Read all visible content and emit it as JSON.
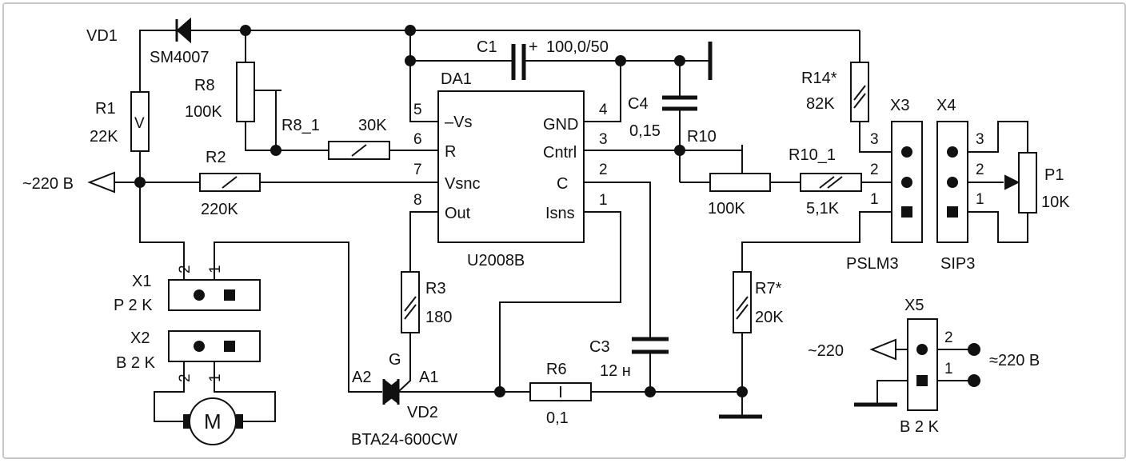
{
  "colors": {
    "wire": "#111111",
    "frame": "#c8c8c8",
    "background": "#ffffff"
  },
  "labels": {
    "vd1": "VD1",
    "sm4007": "SM4007",
    "r8": "R8",
    "r8_val": "100K",
    "r1": "R1",
    "r1_val": "22K",
    "r1_mark": "V",
    "r8_1": "R8_1",
    "r8_1_val": "30K",
    "c1": "C1",
    "c1_plus": "+",
    "c1_val": "100,0/50",
    "da1": "DA1",
    "u2008b": "U2008B",
    "c4": "C4",
    "c4_val": "0,15",
    "r10": "R10",
    "r10_val": "100K",
    "r10_1": "R10_1",
    "r10_1_val": "5,1K",
    "r14": "R14*",
    "r14_val": "82K",
    "x3": "X3",
    "x4": "X4",
    "pslm3": "PSLM3",
    "sip3": "SIP3",
    "p1": "P1",
    "p1_val": "10K",
    "ac_in": "~220 B",
    "r2": "R2",
    "r2_val": "220K",
    "x1": "X1",
    "x1_val": "P 2 K",
    "x2": "X2",
    "x2_val": "B 2 K",
    "motor": "M",
    "r3": "R3",
    "r3_val": "180",
    "g": "G",
    "a1": "A1",
    "a2": "A2",
    "vd2": "VD2",
    "bta": "BTA24-600CW",
    "r6": "R6",
    "r6_val": "0,1",
    "c3": "C3",
    "c3_val": "12 н",
    "r7": "R7*",
    "r7_val": "20K",
    "x5": "X5",
    "x5_left": "~220",
    "x5_right": "≈220 B",
    "x5_val": "B 2 K"
  },
  "ic_pins": {
    "left": [
      {
        "num": "5",
        "name": "–Vs"
      },
      {
        "num": "6",
        "name": "R"
      },
      {
        "num": "7",
        "name": "Vsnc"
      },
      {
        "num": "8",
        "name": "Out"
      }
    ],
    "right": [
      {
        "num": "4",
        "name": "GND"
      },
      {
        "num": "3",
        "name": "Cntrl"
      },
      {
        "num": "2",
        "name": "C"
      },
      {
        "num": "1",
        "name": "Isns"
      }
    ]
  },
  "pin_numbers": {
    "x3": [
      "3",
      "2",
      "1"
    ],
    "x4": [
      "3",
      "2",
      "1"
    ],
    "x1": [
      "2",
      "1"
    ],
    "x2": [
      "2",
      "1"
    ],
    "x5": [
      "2",
      "1"
    ]
  }
}
